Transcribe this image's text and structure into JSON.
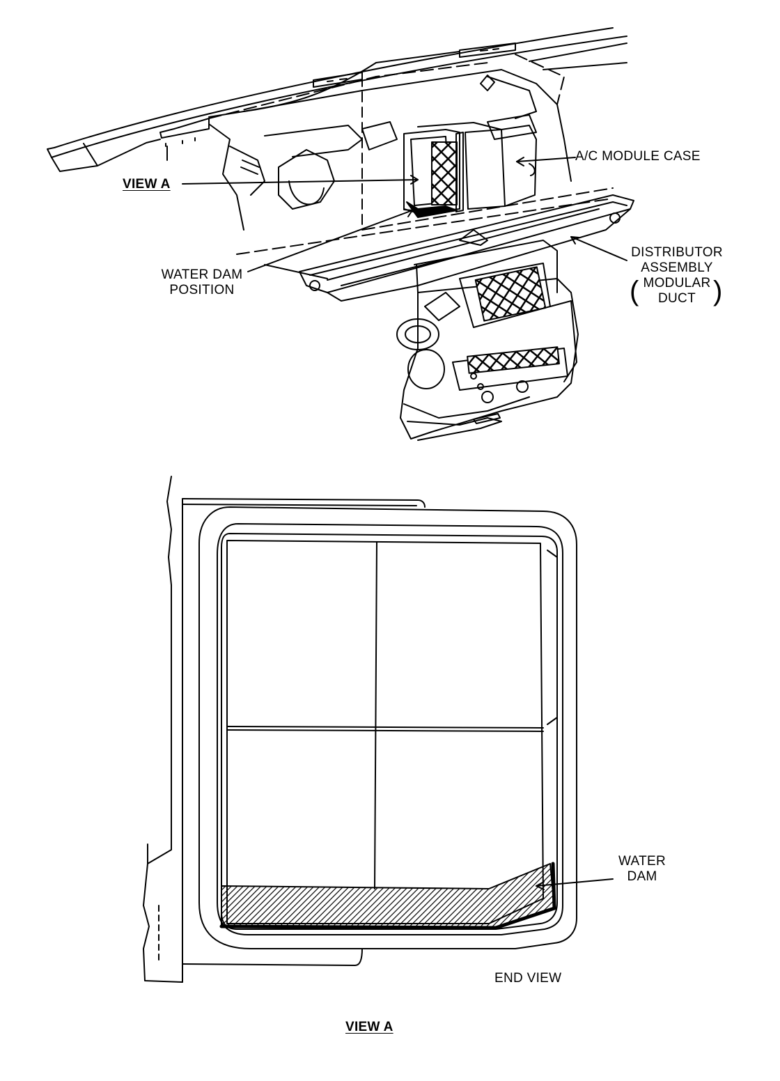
{
  "colors": {
    "ink": "#000000",
    "paper": "#ffffff"
  },
  "labels": {
    "ac_module_case": "A/C MODULE CASE",
    "view_a_top": "VIEW A",
    "water_dam_position_1": "WATER DAM",
    "water_dam_position_2": "POSITION",
    "distributor_1": "DISTRIBUTOR",
    "distributor_2": "ASSEMBLY",
    "distributor_3": "MODULAR",
    "distributor_4": "DUCT",
    "water_dam_1": "WATER",
    "water_dam_2": "DAM",
    "end_view": "END VIEW",
    "view_a_bottom": "VIEW A"
  }
}
